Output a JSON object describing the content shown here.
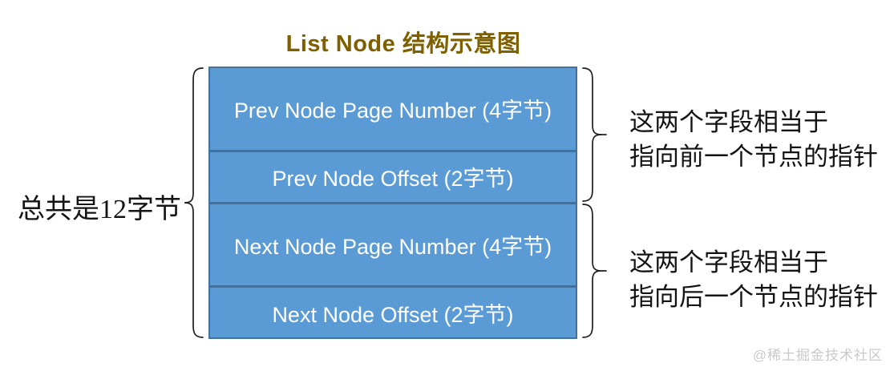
{
  "title": "List Node 结构示意图",
  "node_box": {
    "rows": [
      {
        "label": "Prev Node Page Number (4字节)",
        "size": "tall"
      },
      {
        "label": "Prev Node Offset (2字节)",
        "size": "short"
      },
      {
        "label": "Next Node Page Number (4字节)",
        "size": "tall"
      },
      {
        "label": "Next Node Offset (2字节)",
        "size": "short"
      }
    ]
  },
  "annotations": {
    "left_total": {
      "label": "总共是12字节"
    },
    "right_top": {
      "line1": "这两个字段相当于",
      "line2": "指向前一个节点的指针"
    },
    "right_bottom": {
      "line1": "这两个字段相当于",
      "line2": "指向后一个节点的指针"
    }
  },
  "watermark": "@稀土掘金技术社区",
  "colors": {
    "cell_fill": "#5B9BD5",
    "cell_border": "#41719C",
    "title": "#7F6000",
    "annotation_text": "#141414",
    "watermark": "#C9C9C9",
    "background": "#FFFFFF"
  }
}
